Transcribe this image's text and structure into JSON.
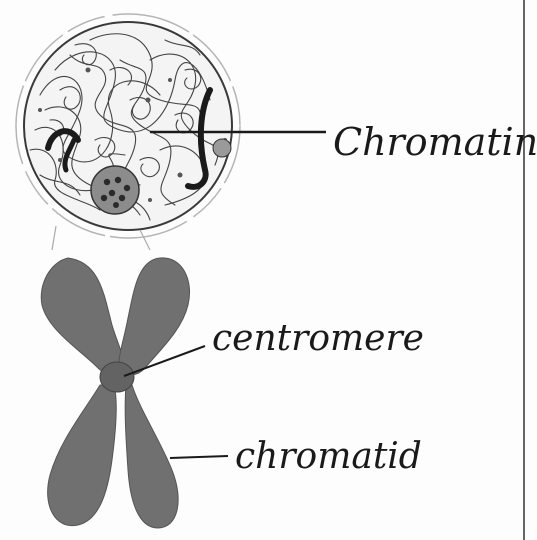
{
  "labels": {
    "chromatin": "Chromatin",
    "centromere": "centromere",
    "chromatid": "chromatid"
  },
  "colors": {
    "chromosome_fill": "#707070",
    "ink": "#1a1a1a",
    "nucleus_outline": "#3a3a3a"
  },
  "icons": {
    "nucleus": "cell-nucleus-illustration",
    "chromosome": "x-shaped-chromosome-illustration"
  }
}
